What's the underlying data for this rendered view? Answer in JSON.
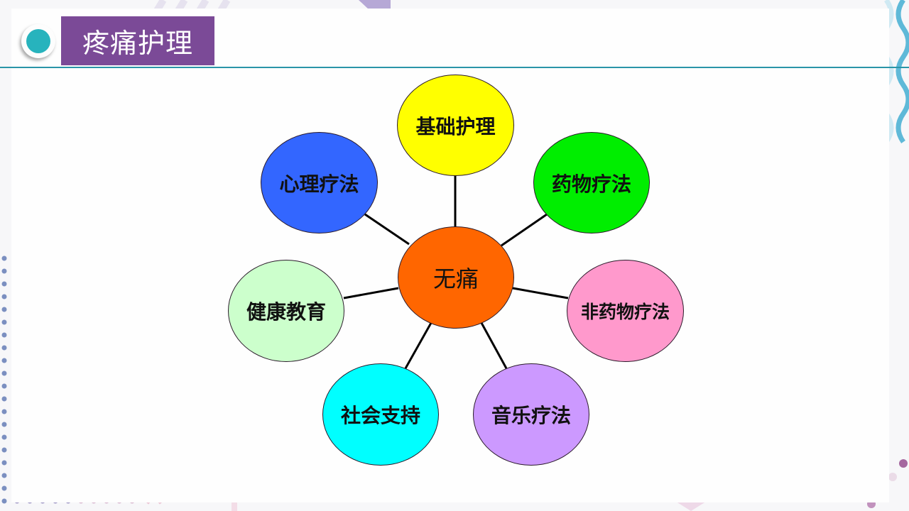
{
  "slide": {
    "title": "疼痛护理",
    "colors": {
      "title_bg": "#7b4a97",
      "title_text": "#ffffff",
      "bullet": "#27b3bd",
      "rule": "#2a95a8",
      "connector": "#000000"
    }
  },
  "diagram": {
    "center": {
      "label": "无痛",
      "color": "#ff6600"
    },
    "nodes": [
      {
        "id": "basic-care",
        "label": "基础护理",
        "color": "#ffff00"
      },
      {
        "id": "drug-therapy",
        "label": "药物疗法",
        "color": "#00ee00"
      },
      {
        "id": "non-drug-therapy",
        "label": "非药物疗法",
        "color": "#ff99cc"
      },
      {
        "id": "music-therapy",
        "label": "音乐疗法",
        "color": "#cc99ff"
      },
      {
        "id": "social-support",
        "label": "社会支持",
        "color": "#00ffff"
      },
      {
        "id": "health-education",
        "label": "健康教育",
        "color": "#ccffcc"
      },
      {
        "id": "psychotherapy",
        "label": "心理疗法",
        "color": "#3366ff"
      }
    ]
  }
}
